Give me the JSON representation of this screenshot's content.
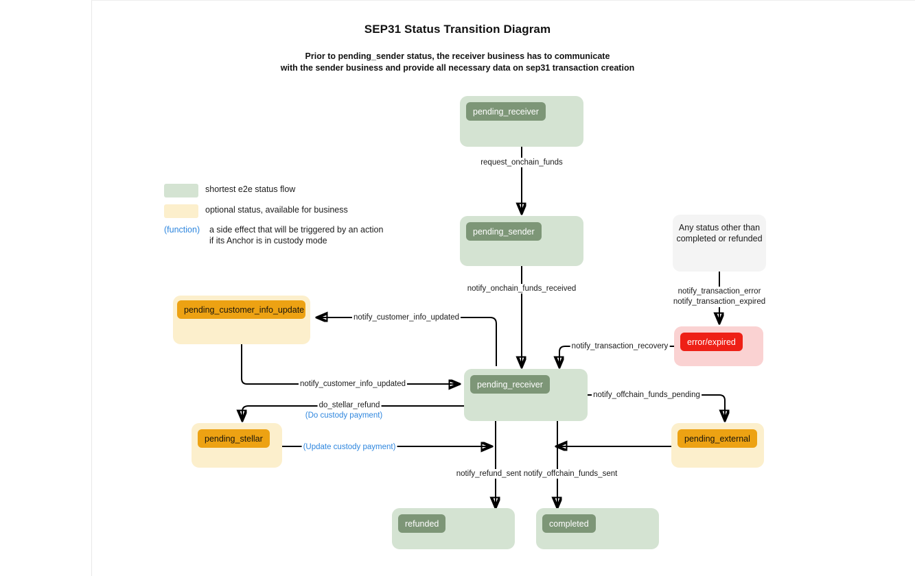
{
  "header": {
    "title": "SEP31 Status Transition Diagram",
    "subtitle_line1": "Prior to pending_sender status, the receiver business has to communicate",
    "subtitle_line2": "with the sender business and provide all necessary data on sep31 transaction creation"
  },
  "legend": {
    "items": [
      {
        "swatch": "green",
        "label": "shortest e2e status flow",
        "color": "#d4e3d2"
      },
      {
        "swatch": "cream",
        "label": "optional status, available for business",
        "color": "#fcefcc"
      }
    ],
    "function_marker": "(function)",
    "function_desc_line1": "a side effect that will be triggered by an action",
    "function_desc_line2": "if its Anchor is in custody mode",
    "function_color": "#2e86de"
  },
  "nodes": {
    "pending_receiver_top": {
      "label": "pending_receiver",
      "kind": "green"
    },
    "pending_sender": {
      "label": "pending_sender",
      "kind": "green"
    },
    "any_status": {
      "note_line1": "Any status other than",
      "note_line2": "completed or refunded",
      "kind": "grey"
    },
    "error_expired": {
      "label": "error/expired",
      "kind": "pink"
    },
    "pending_customer_info_update": {
      "label": "pending_customer_info_update",
      "kind": "cream"
    },
    "pending_receiver_mid": {
      "label": "pending_receiver",
      "kind": "green"
    },
    "pending_stellar": {
      "label": "pending_stellar",
      "kind": "cream"
    },
    "pending_external": {
      "label": "pending_external",
      "kind": "cream"
    },
    "refunded": {
      "label": "refunded",
      "kind": "green"
    },
    "completed": {
      "label": "completed",
      "kind": "green"
    }
  },
  "edges": {
    "request_onchain_funds": "request_onchain_funds",
    "notify_onchain_funds_received": "notify_onchain_funds_received",
    "notify_transaction_error": "notify_transaction_error",
    "notify_transaction_expired": "notify_transaction_expired",
    "notify_transaction_recovery": "notify_transaction_recovery",
    "notify_customer_info_updated_top": "notify_customer_info_updated",
    "notify_customer_info_updated_back": "notify_customer_info_updated",
    "do_stellar_refund": "do_stellar_refund",
    "do_custody_payment": "(Do custody payment)",
    "update_custody_payment": "(Update custody payment)",
    "notify_offchain_funds_pending": "notify_offchain_funds_pending",
    "notify_refund_sent": "notify_refund_sent",
    "notify_offchain_funds_sent": "notify_offchain_funds_sent"
  },
  "colors": {
    "green_box": "#d4e3d2",
    "green_chip": "#7d9677",
    "cream_box": "#fcefcc",
    "orange_chip": "#eda213",
    "pink_box": "#fad2d2",
    "red_chip": "#ee2016",
    "grey_box": "#f4f4f4",
    "link_blue": "#2e86de",
    "edge_stroke": "#000000"
  }
}
